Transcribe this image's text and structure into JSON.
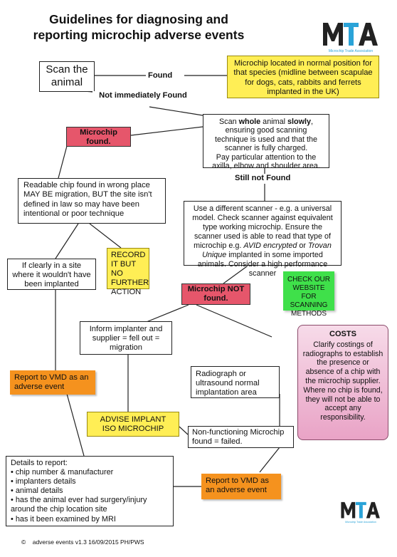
{
  "title": {
    "line1": "Guidelines for diagnosing and",
    "line2": "reporting microchip adverse events"
  },
  "logo": {
    "text": "MTA",
    "subtext": "Microchip Trade Association"
  },
  "nodes": {
    "scan_animal": "Scan the animal",
    "found_label": "Found",
    "normal_position": "Microchip located in normal position for that species (midline between scapulae for dogs, cats, rabbits and ferrets implanted in the UK)",
    "not_immediately_found": "Not immediately Found",
    "scan_whole": {
      "t1": "Scan ",
      "b1": "whole",
      "t2": " animal ",
      "b2": "slowly",
      "t3": ", ensuring good scanning technique is used and that the scanner is fully charged.",
      "t4": "Pay particular attention to the axilla, elbow and shoulder area."
    },
    "microchip_found": "Microchip found.",
    "still_not_found": "Still not Found",
    "readable_chip": "Readable chip found in wrong place MAY BE migration, BUT the site isn't defined in law so may have been intentional or poor technique",
    "different_scanner": {
      "t1": "Use a different scanner - e.g. a universal model. Check scanner against equivalent type working microchip.  Ensure the scanner used is able to read that type of microchip e.g. ",
      "i1": "AVID encrypted",
      "t2": " or ",
      "i2": "Trovan Unique",
      "t3": " implanted in some imported animals. Consider a high performance scanner"
    },
    "clearly_in_site": "If clearly in a site where it wouldn't have been implanted",
    "record_it": "RECORD IT BUT NO FURTHER ACTION",
    "check_website": "CHECK OUR WEBSITE FOR SCANNING METHODS",
    "microchip_not_found": "Microchip NOT found.",
    "inform_implanter": "Inform implanter and supplier = fell out = migration",
    "costs": {
      "heading": "COSTS",
      "body": "Clarify costings of radiographs to establish the presence or absence of a chip with the microchip supplier. Where no chip is found, they will not be able to accept any responsibility."
    },
    "report_vmd_1": "Report to VMD as an adverse event",
    "radiograph": "Radiograph or ultrasound normal implantation area",
    "advise_implant": "ADVISE IMPLANT ISO MICROCHIP",
    "non_functioning": "Non-functioning Microchip found = failed.",
    "details": {
      "heading": "Details to report:",
      "items": [
        "chip number & manufacturer",
        "implanters details",
        "animal details",
        "has the animal ever had surgery/injury around the chip location site",
        "has it been examined by MRI"
      ]
    },
    "report_vmd_2": "Report to VMD as an adverse event"
  },
  "footer": {
    "symbol": "©",
    "text": "adverse events v1.3 16/09/2015 PH/PWS"
  },
  "colors": {
    "yellow": "#ffee55",
    "red": "#e6566b",
    "orange": "#f5921e",
    "green": "#3fe04a",
    "logo_blue": "#2aa3d8",
    "logo_dark": "#222222"
  }
}
